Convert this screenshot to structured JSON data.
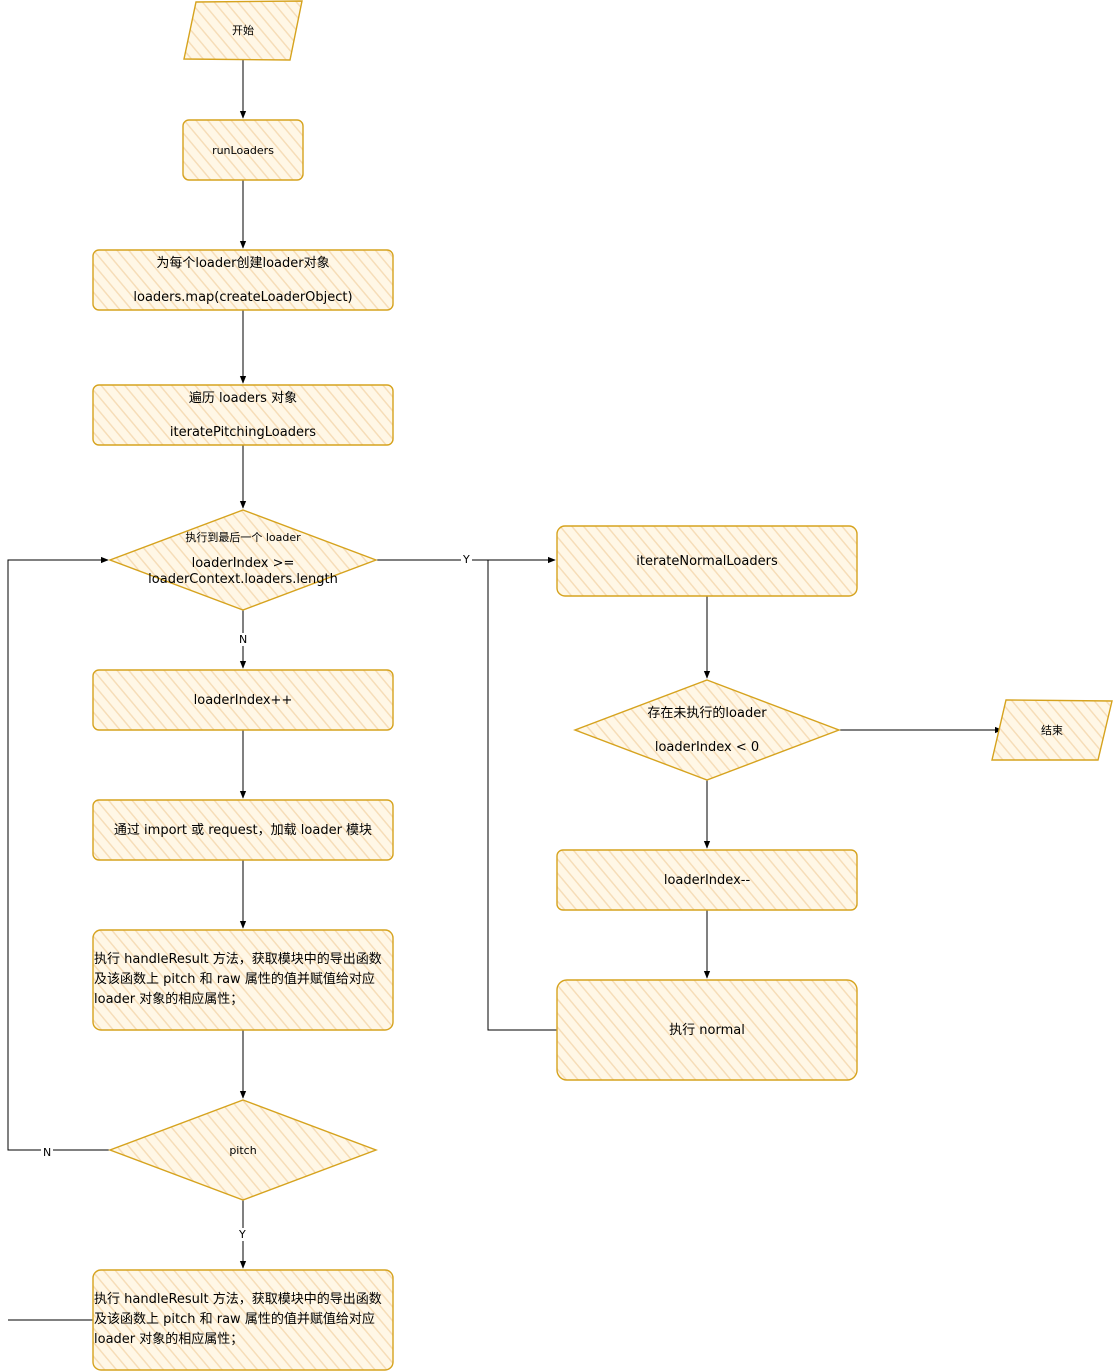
{
  "colors": {
    "stroke": "#d6a31e",
    "fill": "#fff4d8",
    "hatch": "#f7dcb4",
    "line": "#000000"
  },
  "nodes": {
    "start": "开始",
    "run_loaders": "runLoaders",
    "create_objects": {
      "line1": "为每个loader创建loader对象",
      "line2": "loaders.map(createLoaderObject)"
    },
    "iterate_pitching": {
      "line1": "遍历 loaders 对象",
      "line2": "iteratePitchingLoaders"
    },
    "last_loader_check": {
      "line1": "执行到最后一个 loader",
      "line2": "loaderIndex >=",
      "line3": "loaderContext.loaders.length"
    },
    "index_increment": "loaderIndex++",
    "load_module": "通过 import 或 request，加载 loader 模块",
    "handle_result_1": "执行 handleResult 方法，获取模块中的导出函数及该函数上 pitch 和 raw 属性的值并赋值给对应 loader 对象的相应属性；",
    "pitch_check": "pitch",
    "handle_result_2": "执行 handleResult 方法，获取模块中的导出函数及该函数上 pitch 和 raw 属性的值并赋值给对应 loader 对象的相应属性；",
    "iterate_normal": "iterateNormalLoaders",
    "pending_check": {
      "line1": "存在未执行的loader",
      "line2": "loaderIndex < 0"
    },
    "end": "结束",
    "index_decrement": "loaderIndex--",
    "run_normal": "执行 normal"
  },
  "edge_labels": {
    "last_yes": "Y",
    "last_no": "N",
    "pitch_no": "N",
    "pitch_yes": "Y"
  }
}
